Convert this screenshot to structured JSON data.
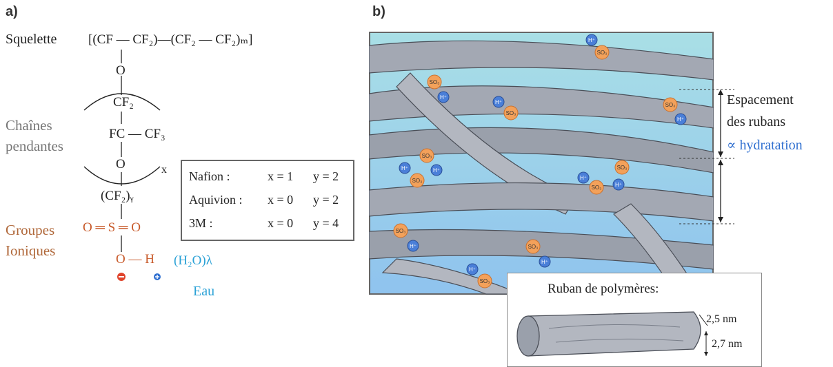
{
  "panel_a": {
    "label": "a)",
    "backbone_label": "Squelette",
    "side_chain_label_line1": "Chaînes",
    "side_chain_label_line2": "pendantes",
    "ionic_label_line1": "Groupes",
    "ionic_label_line2": "Ioniques",
    "water_label": "Eau",
    "formula": {
      "backbone": "[(CF — CF₂)—(CF₂ — CF₂)ₘ]",
      "o1": "O",
      "cf2": "CF₂",
      "fc": "FC — CF₃",
      "o2": "O",
      "x_sub": "x",
      "cf2y": "(CF₂)ᵧ",
      "sulfonyl": "O ═ S ═ O",
      "oh": "O — H",
      "water": "(H₂O)λ"
    },
    "table": {
      "rows": [
        {
          "name": "Nafion :",
          "x": "x = 1",
          "y": "y = 2"
        },
        {
          "name": "Aquivion :",
          "x": "x = 0",
          "y": "y = 2"
        },
        {
          "name": "3M :",
          "x": "x = 0",
          "y": "y = 4"
        }
      ]
    }
  },
  "panel_b": {
    "label": "b)",
    "spacing_label_line1": "Espacement",
    "spacing_label_line2": "des rubans",
    "spacing_label_line3": "∝ hydratation",
    "ion_so3": "SO₃⁻",
    "ion_h": "H⁺",
    "inset": {
      "title": "Ruban de polymères:",
      "dim1": "2,5 nm",
      "dim2": "2,7 nm"
    }
  },
  "colors": {
    "water_bg_top": "#a9dfe6",
    "water_bg_bottom": "#8fc3ee",
    "ribbon": "#a3a8b3",
    "so3_orange": "#f3a15a",
    "h_blue": "#4a7fd8",
    "orange_text": "#b0683a",
    "blue_text": "#2aa1d6",
    "hydration_blue": "#2f6fd0"
  }
}
